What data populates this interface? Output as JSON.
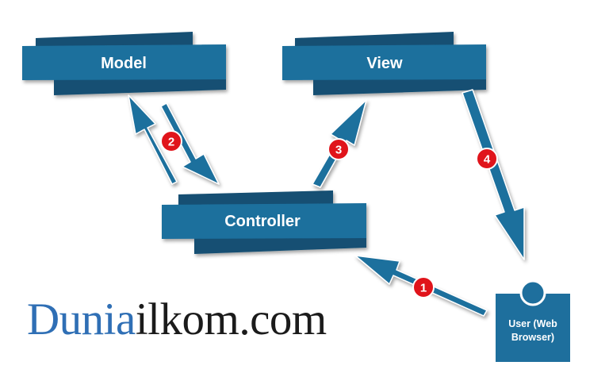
{
  "diagram": {
    "nodes": {
      "model": "Model",
      "view": "View",
      "controller": "Controller",
      "user_line1": "User (Web",
      "user_line2": "Browser)"
    },
    "steps": [
      "1",
      "2",
      "3",
      "4"
    ]
  },
  "logo": {
    "part1": "Dunia",
    "part2": "ilkom.com"
  },
  "colors": {
    "primary": "#1e6f9d",
    "shadow": "#124f73",
    "badge": "#e0141b",
    "logo_blue": "#2f6fb5",
    "logo_dark": "#1b1b1b"
  }
}
